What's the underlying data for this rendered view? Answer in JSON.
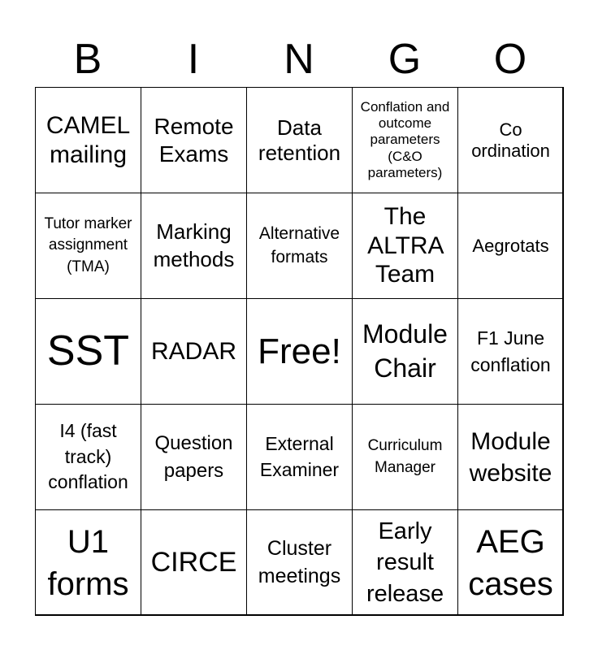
{
  "header": [
    "B",
    "I",
    "N",
    "G",
    "O"
  ],
  "cells": [
    "CAMEL mailing",
    "Remote Exams",
    "Data retention",
    "Conflation and outcome parameters (C&O parameters)",
    "Co ordination",
    "Tutor marker assignment (TMA)",
    "Marking methods",
    "Alternative formats",
    "The ALTRA Team",
    "Aegrotats",
    "SST",
    "RADAR",
    "Free!",
    "Module Chair",
    "F1 June conflation",
    "I4 (fast track) conflation",
    "Question papers",
    "External Examiner",
    "Curriculum Manager",
    "Module website",
    "U1 forms",
    "CIRCE",
    "Cluster meetings",
    "Early result release",
    "AEG cases"
  ]
}
